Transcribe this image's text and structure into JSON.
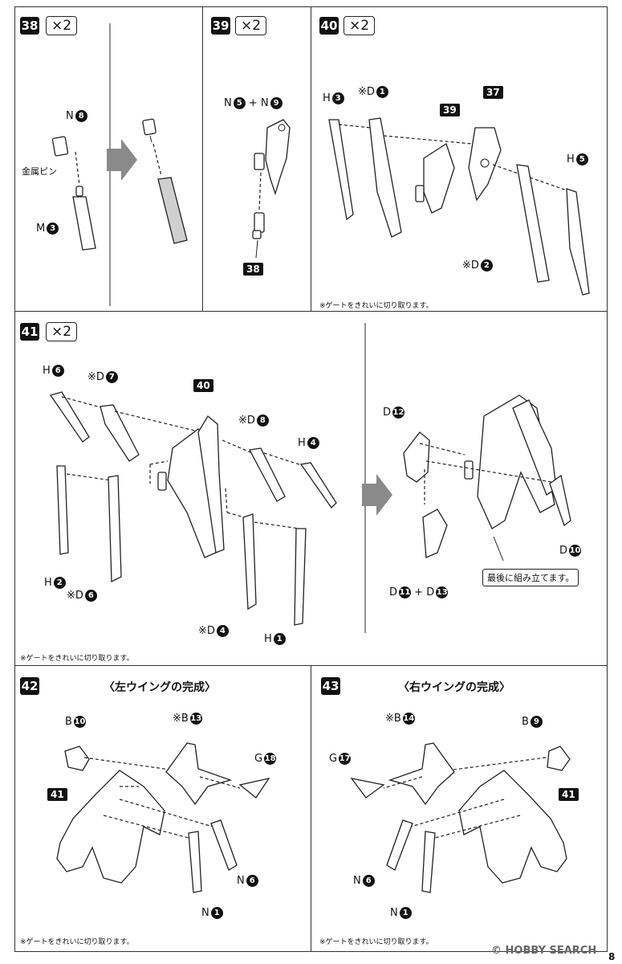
{
  "steps": {
    "s38": {
      "number": "38",
      "qty": "×2",
      "part_n": "N",
      "part_n_no": "8",
      "pin_label": "金属ピン",
      "part_m": "M",
      "part_m_no": "3"
    },
    "s39": {
      "number": "39",
      "qty": "×2",
      "part_a": "N",
      "part_a_no": "5",
      "plus": "+",
      "part_b": "N",
      "part_b_no": "9",
      "ref": "38"
    },
    "s40": {
      "number": "40",
      "qty": "×2",
      "h3": "H",
      "h3_no": "3",
      "d1": "※D",
      "d1_no": "1",
      "ref39": "39",
      "ref37": "37",
      "h5": "H",
      "h5_no": "5",
      "d2": "※D",
      "d2_no": "2",
      "note": "※ゲートをきれいに切り取ります。"
    },
    "s41": {
      "number": "41",
      "qty": "×2",
      "h6": "H",
      "h6_no": "6",
      "d7": "※D",
      "d7_no": "7",
      "ref40": "40",
      "d8": "※D",
      "d8_no": "8",
      "h4": "H",
      "h4_no": "4",
      "h2": "H",
      "h2_no": "2",
      "d6": "※D",
      "d6_no": "6",
      "d4": "※D",
      "d4_no": "4",
      "h1": "H",
      "h1_no": "1",
      "d12": "D",
      "d12_no": "12",
      "d10": "D",
      "d10_no": "10",
      "d11": "D",
      "d11_no": "11",
      "plus": "+",
      "d13": "D",
      "d13_no": "13",
      "callout": "最後に組み立てます。",
      "note": "※ゲートをきれいに切り取ります。"
    },
    "s42": {
      "number": "42",
      "title": "〈左ウイングの完成〉",
      "b10": "B",
      "b10_no": "10",
      "b13": "※B",
      "b13_no": "13",
      "g18": "G",
      "g18_no": "18",
      "ref41": "41",
      "n6": "N",
      "n6_no": "6",
      "n1": "N",
      "n1_no": "1",
      "note": "※ゲートをきれいに切り取ります。"
    },
    "s43": {
      "number": "43",
      "title": "〈右ウイングの完成〉",
      "b14": "※B",
      "b14_no": "14",
      "b9": "B",
      "b9_no": "9",
      "g17": "G",
      "g17_no": "17",
      "ref41": "41",
      "n6": "N",
      "n6_no": "6",
      "n1": "N",
      "n1_no": "1",
      "note": "※ゲートをきれいに切り取ります。"
    }
  },
  "footer": {
    "watermark": "© HOBBY SEARCH",
    "page_number": "8"
  }
}
